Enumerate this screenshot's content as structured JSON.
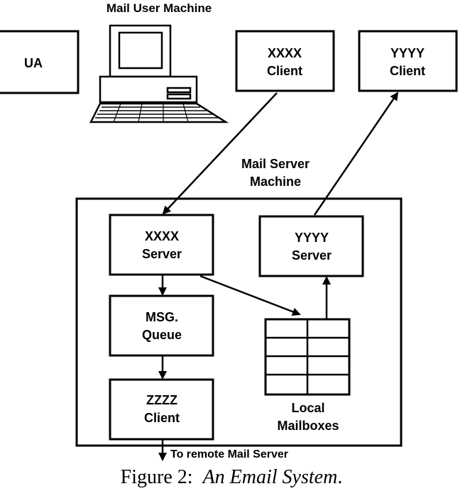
{
  "mail_user_machine": {
    "title": "Mail User Machine"
  },
  "ua": {
    "label": "UA"
  },
  "xxxx_client": {
    "line1": "XXXX",
    "line2": "Client"
  },
  "yyyy_client": {
    "line1": "YYYY",
    "line2": "Client"
  },
  "mail_server_machine": {
    "line1": "Mail Server",
    "line2": "Machine"
  },
  "xxxx_server": {
    "line1": "XXXX",
    "line2": "Server"
  },
  "yyyy_server": {
    "line1": "YYYY",
    "line2": "Server"
  },
  "msg_queue": {
    "line1": "MSG.",
    "line2": "Queue"
  },
  "zzzz_client": {
    "line1": "ZZZZ",
    "line2": "Client"
  },
  "local_mailboxes": {
    "line1": "Local",
    "line2": "Mailboxes"
  },
  "remote_label": "To remote Mail Server",
  "caption": {
    "prefix": "Figure 2:  ",
    "title": "An Email System",
    "suffix": "."
  }
}
